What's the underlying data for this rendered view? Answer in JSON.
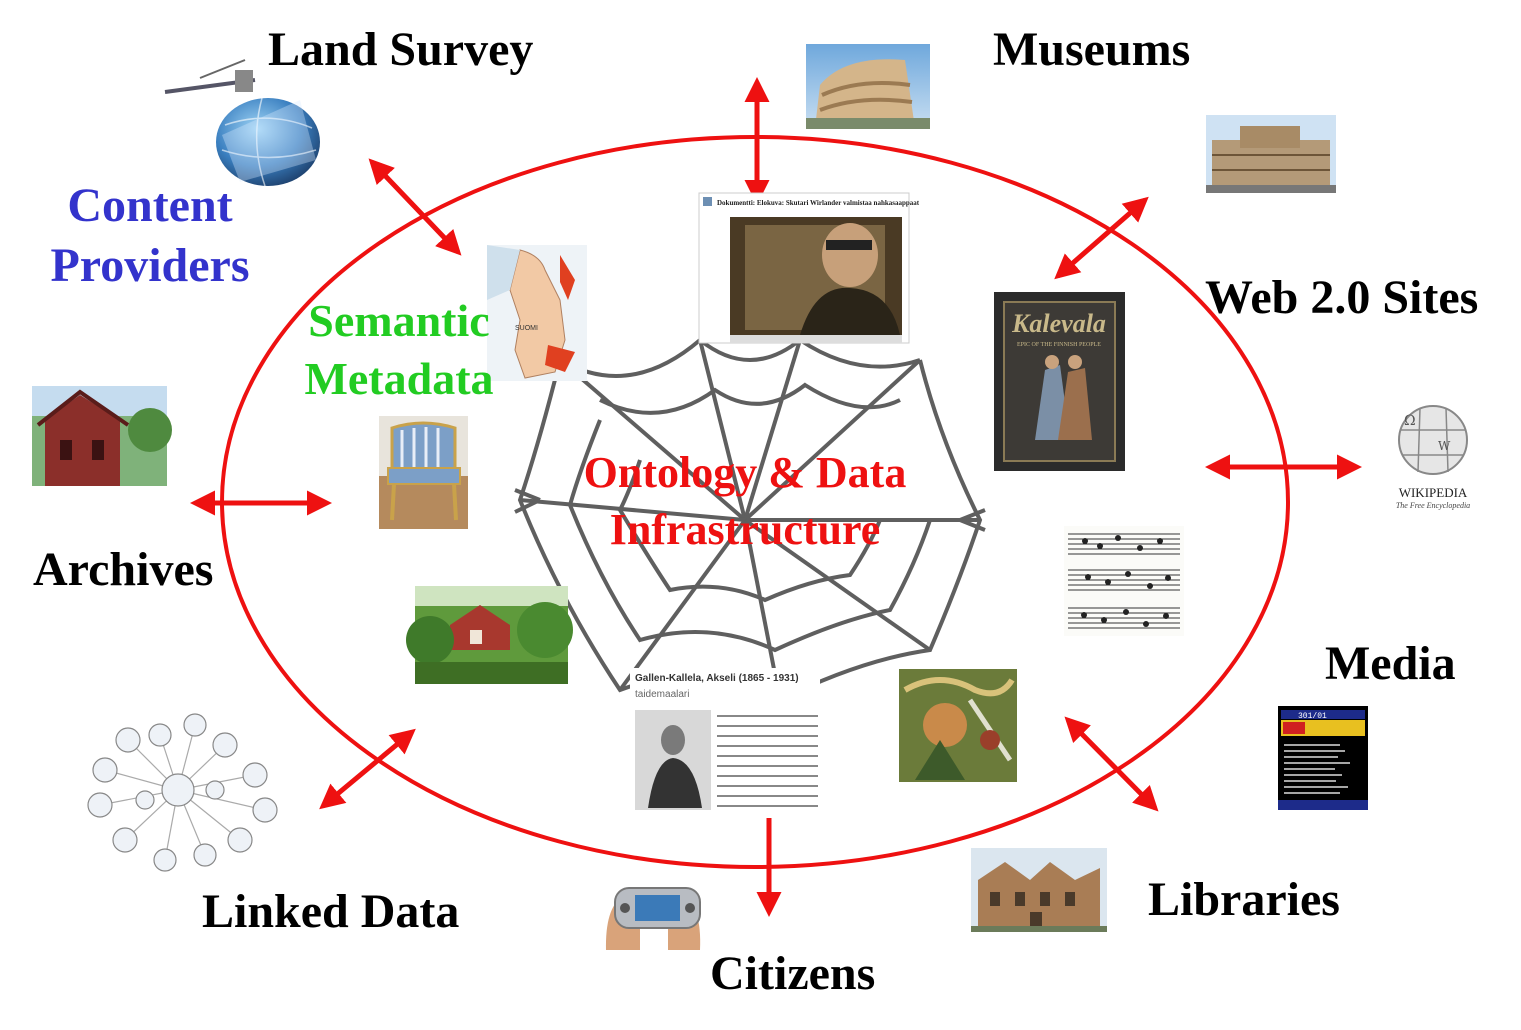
{
  "labels": {
    "land_survey": "Land Survey",
    "museums": "Museums",
    "content_providers_line1": "Content",
    "content_providers_line2": "Providers",
    "semantic_metadata_line1": "Semantic",
    "semantic_metadata_line2": "Metadata",
    "web20": "Web 2.0 Sites",
    "archives": "Archives",
    "media": "Media",
    "linked_data": "Linked Data",
    "libraries": "Libraries",
    "citizens": "Citizens",
    "center_line1": "Ontology & Data",
    "center_line2": "Infrastructure"
  },
  "thumbnails": {
    "video_caption": "Dokumentti: Elokuva: Skutari Wirlander valmistaa nahkasaappaat",
    "kalevala_title": "Kalevala",
    "kalevala_subtitle": "EPIC OF THE FINNISH PEOPLE",
    "wikipedia_name": "WIKIPEDIA",
    "wikipedia_tagline": "The Free Encyclopedia",
    "bio_title": "Gallen-Kallela, Akseli (1865 - 1931)",
    "bio_role": "taidemaalari",
    "teletext_page": "301/01",
    "map_label": "SUOMI"
  },
  "colors": {
    "arrow": "#ee1111",
    "ellipse": "#ee1111",
    "content_providers": "#3333cc",
    "semantic_metadata": "#22cc22",
    "center_text": "#ee1111"
  }
}
